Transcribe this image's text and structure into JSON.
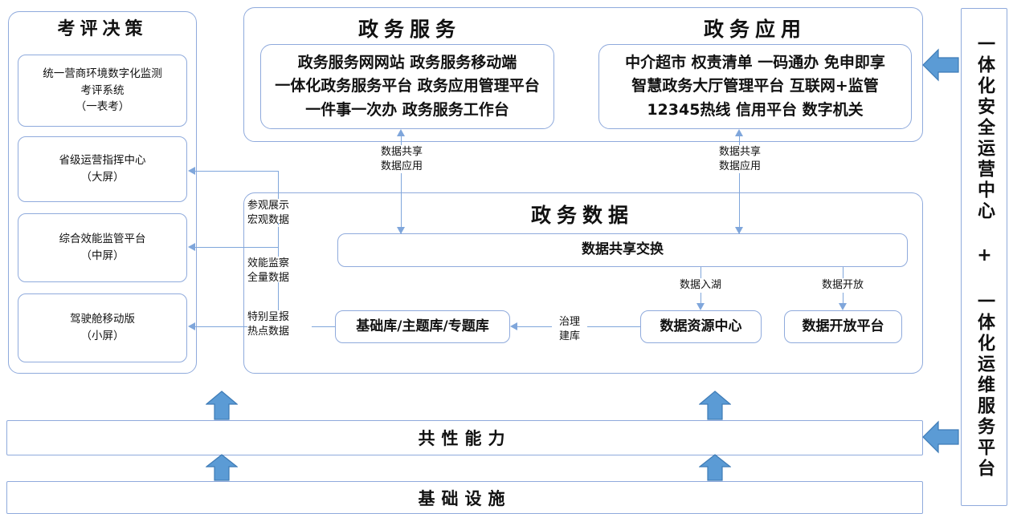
{
  "diagram": {
    "left_panel": {
      "title": "考评决策",
      "items": [
        {
          "lines": [
            "统一营商环境数字化监测",
            "考评系统",
            "（一表考）"
          ]
        },
        {
          "lines": [
            "省级运营指挥中心",
            "（大屏）"
          ]
        },
        {
          "lines": [
            "综合效能监管平台",
            "（中屏）"
          ]
        },
        {
          "lines": [
            "驾驶舱移动版",
            "（小屏）"
          ]
        }
      ]
    },
    "service_panel": {
      "title": "政务服务",
      "lines": [
        "政务服务网网站 政务服务移动端",
        "一体化政务服务平台 政务应用管理平台",
        "一件事一次办 政务服务工作台"
      ]
    },
    "application_panel": {
      "title": "政务应用",
      "lines": [
        "中介超市 权责清单 一码通办 免申即享",
        "智慧政务大厅管理平台 互联网+监管",
        "12345热线 信用平台 数字机关"
      ]
    },
    "data_panel": {
      "title": "政务数据",
      "exchange_label": "数据共享交换",
      "nodes": {
        "library": "基础库/主题库/专题库",
        "resource_center": "数据资源中心",
        "open_platform": "数据开放平台"
      },
      "edge_labels": {
        "to_service": [
          "数据共享",
          "数据应用"
        ],
        "to_application": [
          "数据共享",
          "数据应用"
        ],
        "data_lake": "数据入湖",
        "data_open": "数据开放",
        "governance": [
          "治理",
          "建库"
        ],
        "exhibit": [
          "参观展示",
          "宏观数据"
        ],
        "efficiency": [
          "效能监察",
          "全量数据"
        ],
        "special_report": [
          "特别呈报",
          "热点数据"
        ]
      }
    },
    "common_capability_bar": "共性能力",
    "infrastructure_bar": "基础设施",
    "right_panel": {
      "text": "一体化安全运营中心 + 一体化运维服务平台"
    },
    "colors": {
      "border": "#8FAADC",
      "connector": "#7FA6DB",
      "block_arrow_fill": "#5B9BD5",
      "block_arrow_stroke": "#3E7BB6",
      "text": "#111111",
      "background": "#FFFFFF"
    }
  }
}
